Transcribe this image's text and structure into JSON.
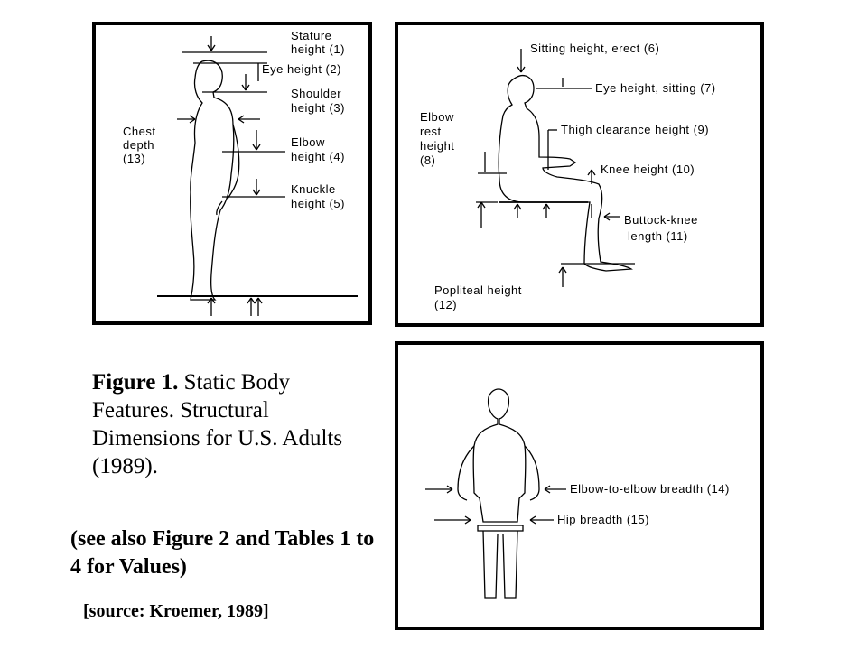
{
  "panel_standing": {
    "labels": {
      "stature_1": "Stature",
      "stature_2": "height (1)",
      "eye": "Eye height (2)",
      "shoulder_1": "Shoulder",
      "shoulder_2": "height (3)",
      "chest_1": "Chest",
      "chest_2": "depth",
      "chest_3": "(13)",
      "elbow_1": "Elbow",
      "elbow_2": "height (4)",
      "knuckle_1": "Knuckle",
      "knuckle_2": "height (5)"
    }
  },
  "panel_sitting": {
    "labels": {
      "sitting_height": "Sitting height, erect (6)",
      "eye_sitting": "Eye height, sitting (7)",
      "elbow_1": "Elbow",
      "elbow_2": "rest",
      "elbow_3": "height",
      "elbow_4": "(8)",
      "thigh": "Thigh clearance height (9)",
      "knee": "Knee height (10)",
      "buttock_1": "Buttock-knee",
      "buttock_2": "length (11)",
      "popliteal_1": "Popliteal height",
      "popliteal_2": "(12)"
    }
  },
  "panel_front": {
    "labels": {
      "elbow_breadth": "Elbow-to-elbow breadth (14)",
      "hip_breadth": "Hip breadth (15)"
    }
  },
  "caption": {
    "figure_label": "Figure 1.",
    "figure_text": " Static Body Features. Structural Dimensions  for U.S. Adults (1989).",
    "see_also": "(see also Figure 2 and Tables 1 to 4 for Values)",
    "source": "[source: Kroemer, 1989]"
  }
}
